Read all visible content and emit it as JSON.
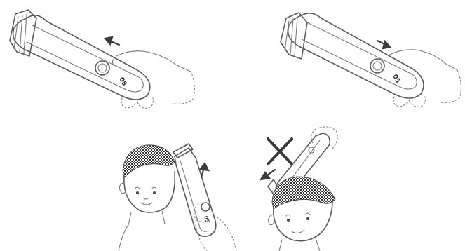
{
  "figure": {
    "panels": [
      {
        "id": "top-left",
        "device_display": "05",
        "arrow": "left"
      },
      {
        "id": "top-right",
        "device_display": "05",
        "arrow": "right"
      },
      {
        "id": "bottom-left",
        "device_display": "05",
        "arrow": "up",
        "status": "correct"
      },
      {
        "id": "bottom-right",
        "device_display": "",
        "arrow": "down-left",
        "status": "incorrect"
      }
    ],
    "colors": {
      "line": "#5a5a5a",
      "arrow": "#3c3c3c",
      "hair": "#333333",
      "background": "#ffffff"
    }
  }
}
